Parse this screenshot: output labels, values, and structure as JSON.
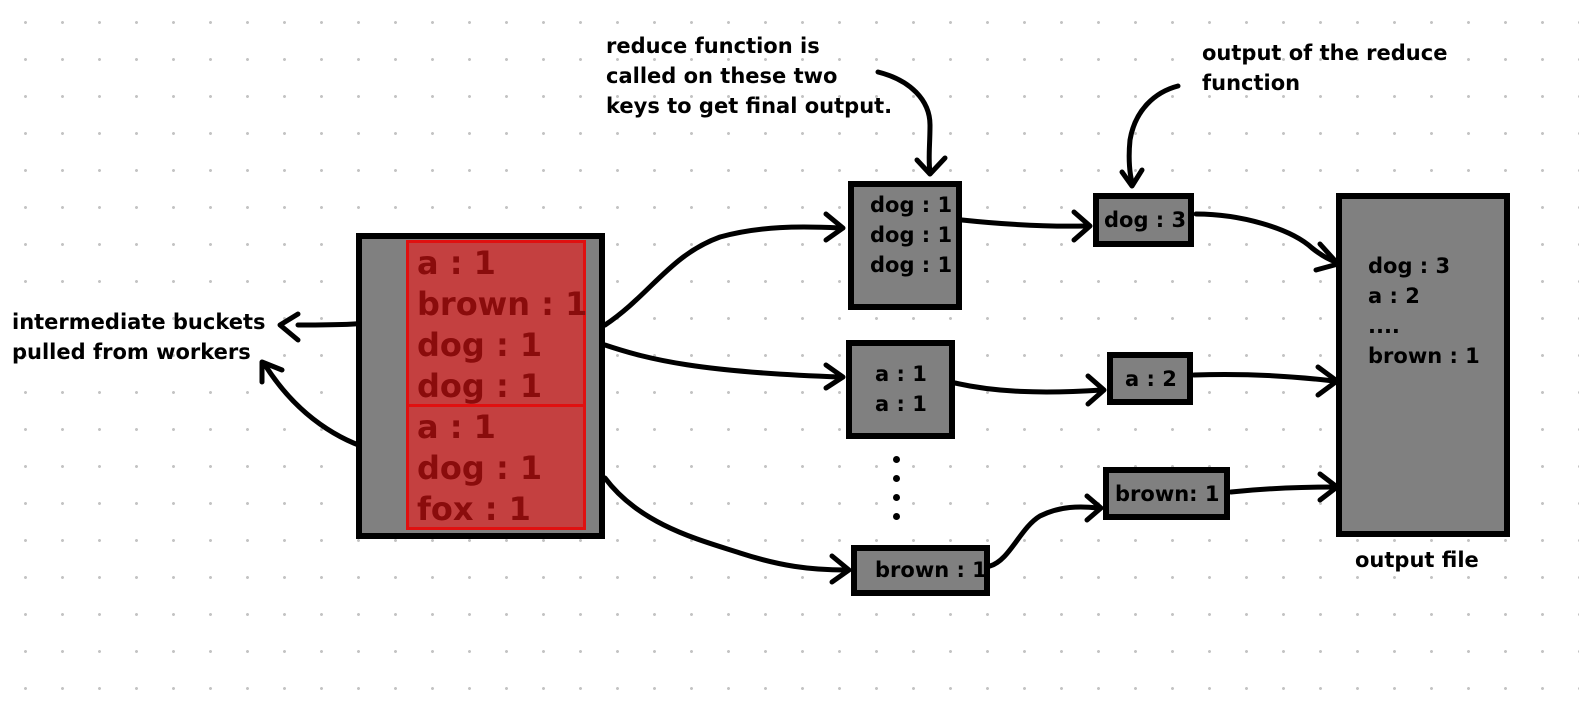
{
  "annotations": {
    "reduce_note": [
      "reduce function is",
      "called on these two",
      "keys to get final output."
    ],
    "output_note": [
      "output of the reduce",
      "function"
    ],
    "buckets_note": [
      "intermediate buckets",
      "pulled from workers"
    ],
    "output_file_label": "output file"
  },
  "buckets": [
    {
      "entries": [
        "a : 1",
        "brown : 1",
        "dog : 1",
        "dog : 1"
      ]
    },
    {
      "entries": [
        "a : 1",
        "dog : 1",
        "fox : 1"
      ]
    }
  ],
  "groups": [
    {
      "entries": [
        "dog : 1",
        "dog : 1",
        "dog : 1"
      ]
    },
    {
      "entries": [
        "a : 1",
        "a : 1"
      ]
    },
    {
      "entries": [
        "brown : 1"
      ]
    }
  ],
  "results": [
    {
      "entry": "dog : 3"
    },
    {
      "entry": "a : 2"
    },
    {
      "entry": "brown:  1"
    }
  ],
  "output_file": {
    "entries": [
      "dog  : 3",
      "a : 2",
      "....",
      "brown : 1"
    ]
  }
}
